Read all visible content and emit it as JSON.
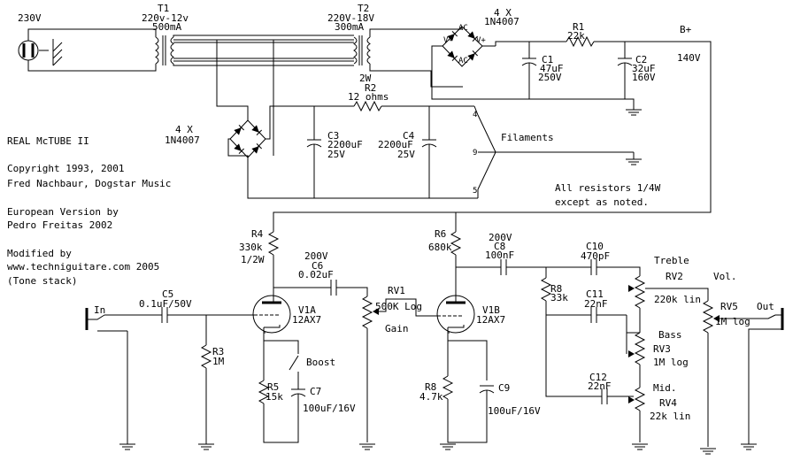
{
  "title": {
    "name": "REAL McTUBE II",
    "copyright": "Copyright 1993, 2001",
    "author": "Fred Nachbaur, Dogstar Music",
    "euro1": "European Version by",
    "euro2": "Pedro Freitas 2002",
    "mod1": "Modified by",
    "mod2": "www.techniguitare.com 2005",
    "mod3": "(Tone stack)"
  },
  "mains": "230V",
  "t1": {
    "name": "T1",
    "rating": "220v-12v",
    "current": "500mA"
  },
  "t2": {
    "name": "T2",
    "rating": "220V-18V",
    "current": "300mA"
  },
  "bridge_hv": {
    "count": "4 X",
    "part": "1N4007"
  },
  "bridge_lv": {
    "count": "4 X",
    "part": "1N4007"
  },
  "r1": {
    "name": "R1",
    "value": "22k"
  },
  "c1": {
    "name": "C1",
    "value": "47uF",
    "voltage": "250V"
  },
  "c2": {
    "name": "C2",
    "value": "32uF",
    "voltage": "160V"
  },
  "bplus": {
    "label": "B+",
    "voltage": "140V"
  },
  "r2": {
    "rating": "2W",
    "name": "R2",
    "value": "12 ohms"
  },
  "c3": {
    "name": "C3",
    "value": "2200uF",
    "voltage": "25V"
  },
  "c4": {
    "name": "C4",
    "value": "2200uF",
    "voltage": "25V"
  },
  "filaments": "Filaments",
  "filament_pins": [
    "4",
    "9",
    "5"
  ],
  "note1": "All resistors 1/4W",
  "note2": "except as noted.",
  "r4": {
    "name": "R4",
    "value": "330k",
    "rating": "1/2W"
  },
  "c6": {
    "voltage": "200V",
    "name": "C6",
    "value": "0.02uF"
  },
  "rv1": {
    "name": "RV1",
    "value": "500K Log",
    "function": "Gain"
  },
  "v1a": {
    "name": "V1A",
    "type": "12AX7"
  },
  "v1b": {
    "name": "V1B",
    "type": "12AX7"
  },
  "input": "In",
  "c5": {
    "name": "C5",
    "value": "0.1uF/50V"
  },
  "r3": {
    "name": "R3",
    "value": "1M"
  },
  "boost": "Boost",
  "r5": {
    "name": "R5",
    "value": "15k"
  },
  "c7": {
    "name": "C7",
    "value": "100uF/16V"
  },
  "r6": {
    "name": "R6",
    "value": "680k"
  },
  "c8": {
    "voltage": "200V",
    "name": "C8",
    "value": "100nF"
  },
  "c10": {
    "name": "C10",
    "value": "470pF"
  },
  "r8a": {
    "name": "R8",
    "value": "33k"
  },
  "c11": {
    "name": "C11",
    "value": "22nF"
  },
  "c12": {
    "name": "C12",
    "value": "22nF"
  },
  "r8b": {
    "name": "R8",
    "value": "4.7k"
  },
  "c9": {
    "name": "C9",
    "value": "100uF/16V"
  },
  "treble": "Treble",
  "rv2": {
    "name": "RV2",
    "value": "220k lin"
  },
  "bass": "Bass",
  "rv3": {
    "name": "RV3",
    "value": "1M log"
  },
  "mid": "Mid.",
  "rv4": {
    "name": "RV4",
    "value": "22k lin"
  },
  "vol": "Vol.",
  "rv5": {
    "name": "RV5",
    "value": "1M log"
  },
  "output": "Out",
  "diode_marks": [
    "AC",
    "V+",
    "V-",
    "AC"
  ]
}
